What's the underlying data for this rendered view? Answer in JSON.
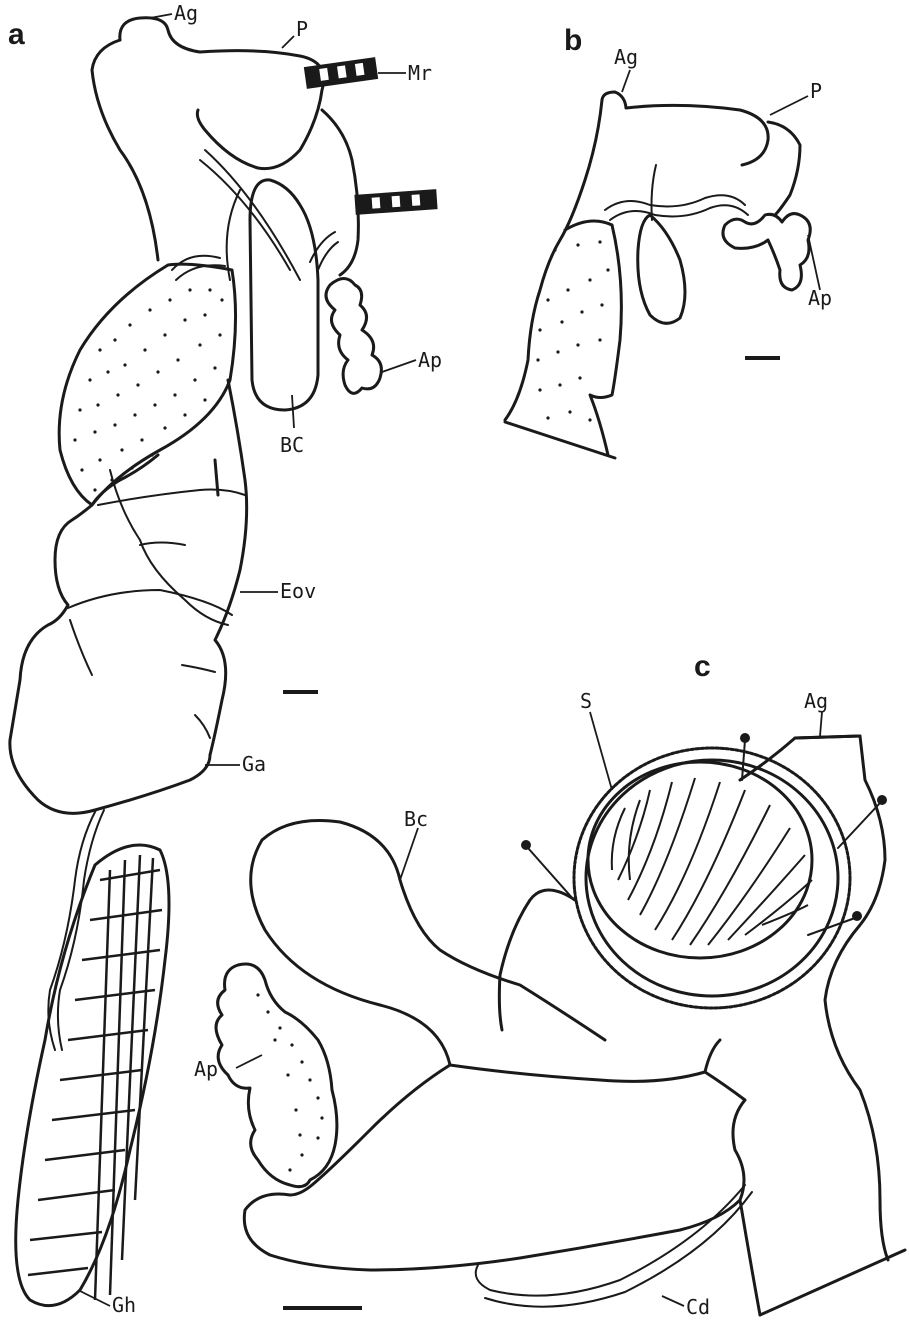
{
  "panels": {
    "a": {
      "letter": "a",
      "labels": {
        "ag": "Ag",
        "p": "P",
        "mr": "Mr",
        "ap": "Ap",
        "bc": "BC",
        "eov": "Eov",
        "ga": "Ga",
        "gh": "Gh"
      }
    },
    "b": {
      "letter": "b",
      "labels": {
        "ag": "Ag",
        "p": "P",
        "ap": "Ap"
      }
    },
    "c": {
      "letter": "c",
      "labels": {
        "s": "S",
        "ag": "Ag",
        "bc": "Bc",
        "ap": "Ap",
        "cd": "Cd"
      }
    }
  },
  "colors": {
    "ink": "#1a1a1a",
    "paper": "#ffffff"
  }
}
